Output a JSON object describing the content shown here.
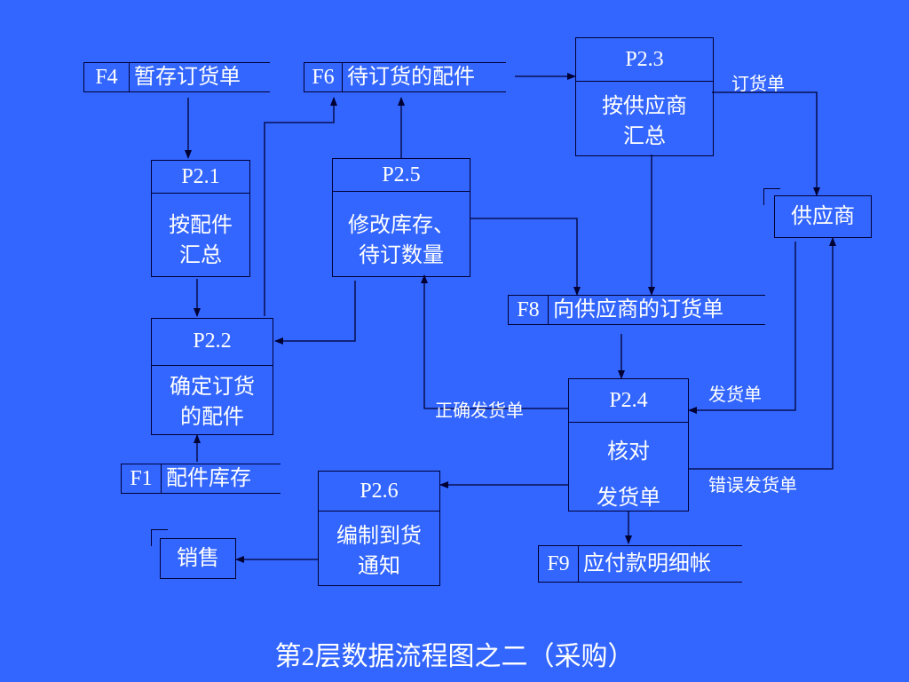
{
  "title": "第2层数据流程图之二（采购）",
  "processes": {
    "p21": {
      "id": "P2.1",
      "name": "按配件\n汇总"
    },
    "p22": {
      "id": "P2.2",
      "name": "确定订货\n的配件"
    },
    "p23": {
      "id": "P2.3",
      "name": "按供应商\n汇总"
    },
    "p24": {
      "id": "P2.4",
      "name": "核对\n发货单"
    },
    "p25": {
      "id": "P2.5",
      "name": "修改库存、\n待订数量"
    },
    "p26": {
      "id": "P2.6",
      "name": "编制到货\n通知"
    }
  },
  "stores": {
    "f4": {
      "id": "F4",
      "name": "暂存订货单"
    },
    "f6": {
      "id": "F6",
      "name": "待订货的配件"
    },
    "f8": {
      "id": "F8",
      "name": "向供应商的订货单"
    },
    "f1": {
      "id": "F1",
      "name": "配件库存"
    },
    "f9": {
      "id": "F9",
      "name": "应付款明细帐"
    }
  },
  "externals": {
    "supplier": "供应商",
    "sales": "销售"
  },
  "flows": {
    "order": "订货单",
    "delivery": "发货单",
    "wrong_delivery": "错误发货单",
    "correct_delivery": "正确发货单"
  }
}
